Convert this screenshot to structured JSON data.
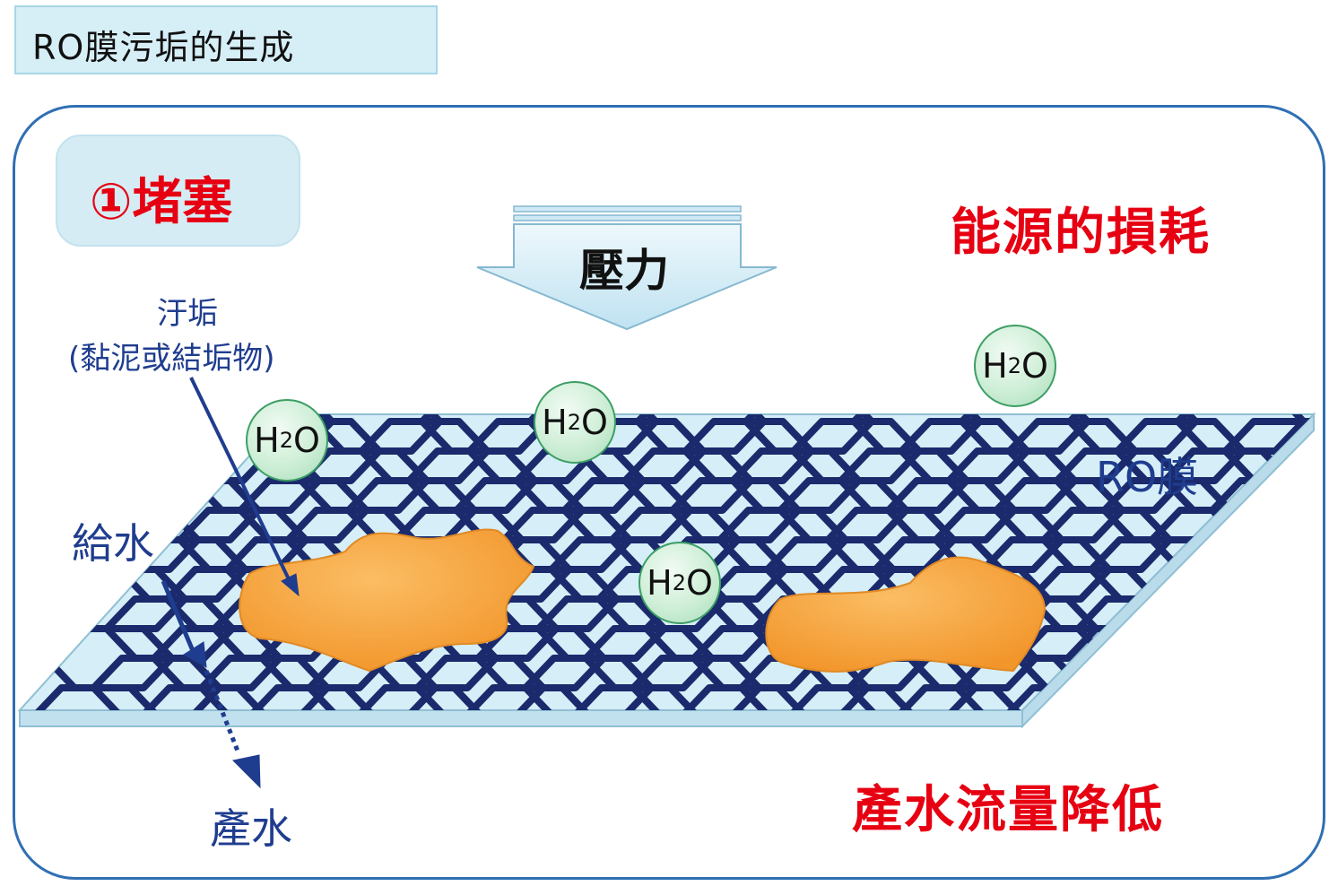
{
  "title": "RO膜污垢的生成",
  "badge": "①堵塞",
  "pressure": "壓力",
  "energy_loss": "能源的損耗",
  "flow_drop": "產水流量降低",
  "fouling_label": "汙垢",
  "fouling_sublabel": "(黏泥或結垢物)",
  "feed_water": "給水",
  "product_water": "產水",
  "membrane_label": "RO膜",
  "molecule": {
    "h": "H",
    "sub": "2",
    "o": "O"
  },
  "colors": {
    "red": "#e60012",
    "navy": "#1f3d8f",
    "membrane": "#d6eef7",
    "fouling": "#f7a23a",
    "frame": "#2f6fb4"
  }
}
